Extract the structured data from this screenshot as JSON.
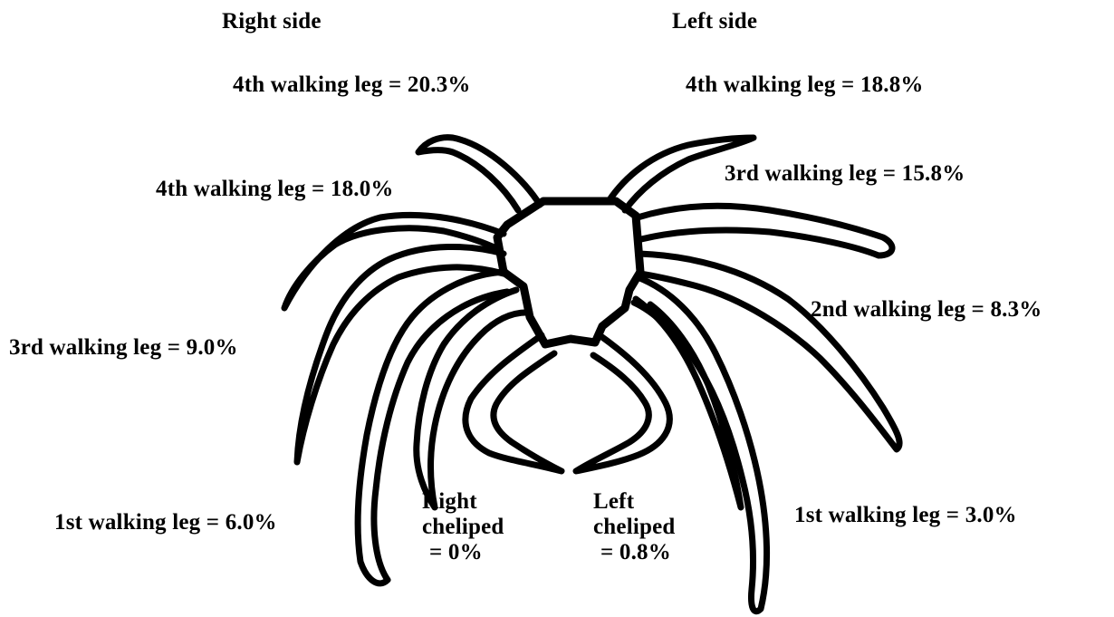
{
  "headers": {
    "right_side": "Right side",
    "left_side": "Left side"
  },
  "labels": {
    "right_4th_top": "4th walking leg = 20.3%",
    "left_4th_top": "4th walking leg = 18.8%",
    "right_4th": "4th walking leg = 18.0%",
    "left_3rd": "3rd walking leg = 15.8%",
    "left_2nd": "2nd walking leg = 8.3%",
    "right_3rd": "3rd walking leg = 9.0%",
    "right_1st": "1st walking leg = 6.0%",
    "left_1st": "1st walking leg = 3.0%",
    "right_cheliped": [
      "Right",
      "cheliped",
      "= 0%"
    ],
    "left_cheliped": [
      "Left",
      "cheliped",
      "= 0.8%"
    ]
  }
}
